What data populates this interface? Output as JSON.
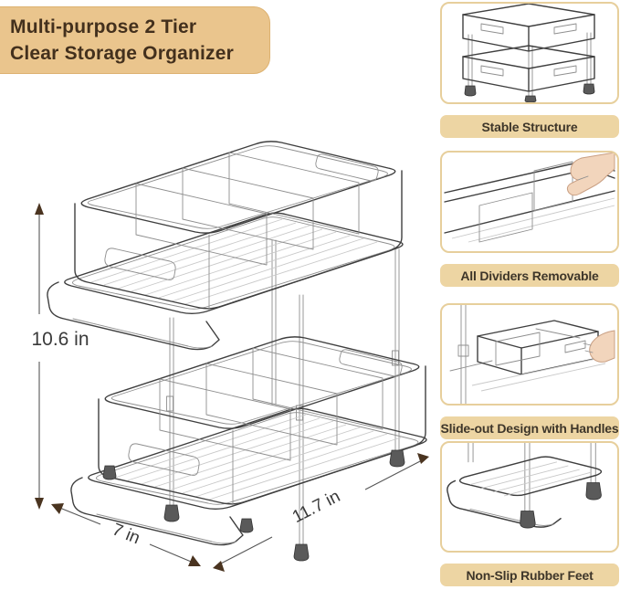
{
  "title": {
    "line1": "Multi-purpose 2 Tier",
    "line2": "Clear Storage Organizer"
  },
  "diagram": {
    "subject": "2-tier clear slide-out storage organizer wireframe",
    "height_label": "10.6 in",
    "depth_label": "7 in",
    "width_label": "11.7 in"
  },
  "features": [
    {
      "caption": "Stable Structure",
      "icon": "organizer-structure-icon"
    },
    {
      "caption": "All Dividers Removable",
      "icon": "hand-removing-divider-icon"
    },
    {
      "caption": "Slide-out Design with Handles",
      "icon": "hand-sliding-drawer-icon"
    },
    {
      "caption": "Non-Slip Rubber Feet",
      "icon": "rubber-feet-icon"
    }
  ],
  "colors": {
    "title-bg": "#EAC58D",
    "title-text": "#43301D",
    "caption-bg": "#EDD5A3",
    "caption-text": "#3E362A",
    "panel-border": "#E7CF9C",
    "line": "#3F3F3F",
    "line-soft": "#8F8F8F",
    "stripe": "#C9C9C9",
    "arrow": "#4A3420",
    "dim-text": "#3A3A3A",
    "skin": "#F2D5BC",
    "skin-edge": "#C9A084",
    "foot": "#5A5A5A",
    "bg": "#FFFFFF"
  }
}
